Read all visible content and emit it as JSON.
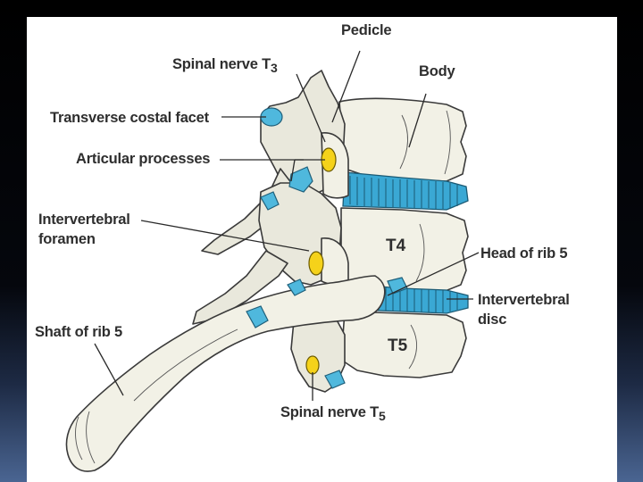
{
  "colors": {
    "bone": "#f2f1e6",
    "cartilage": "#4fb8dd",
    "disc": "#3aa8d4",
    "nerve": "#f5d21a",
    "label_text": "#2e2e2e"
  },
  "labels": {
    "pedicle": "Pedicle",
    "spinal_nerve_t3": {
      "text": "Spinal nerve T",
      "sub": "3"
    },
    "body": "Body",
    "transverse_costal_facet": "Transverse costal facet",
    "articular_processes": "Articular processes",
    "intervertebral_foramen": [
      "Intervertebral",
      "foramen"
    ],
    "t4": "T4",
    "head_of_rib_5": "Head of rib 5",
    "intervertebral_disc": [
      "Intervertebral",
      "disc"
    ],
    "shaft_of_rib_5": "Shaft of rib 5",
    "t5": "T5",
    "spinal_nerve_t5": {
      "text": "Spinal nerve T",
      "sub": "5"
    }
  }
}
